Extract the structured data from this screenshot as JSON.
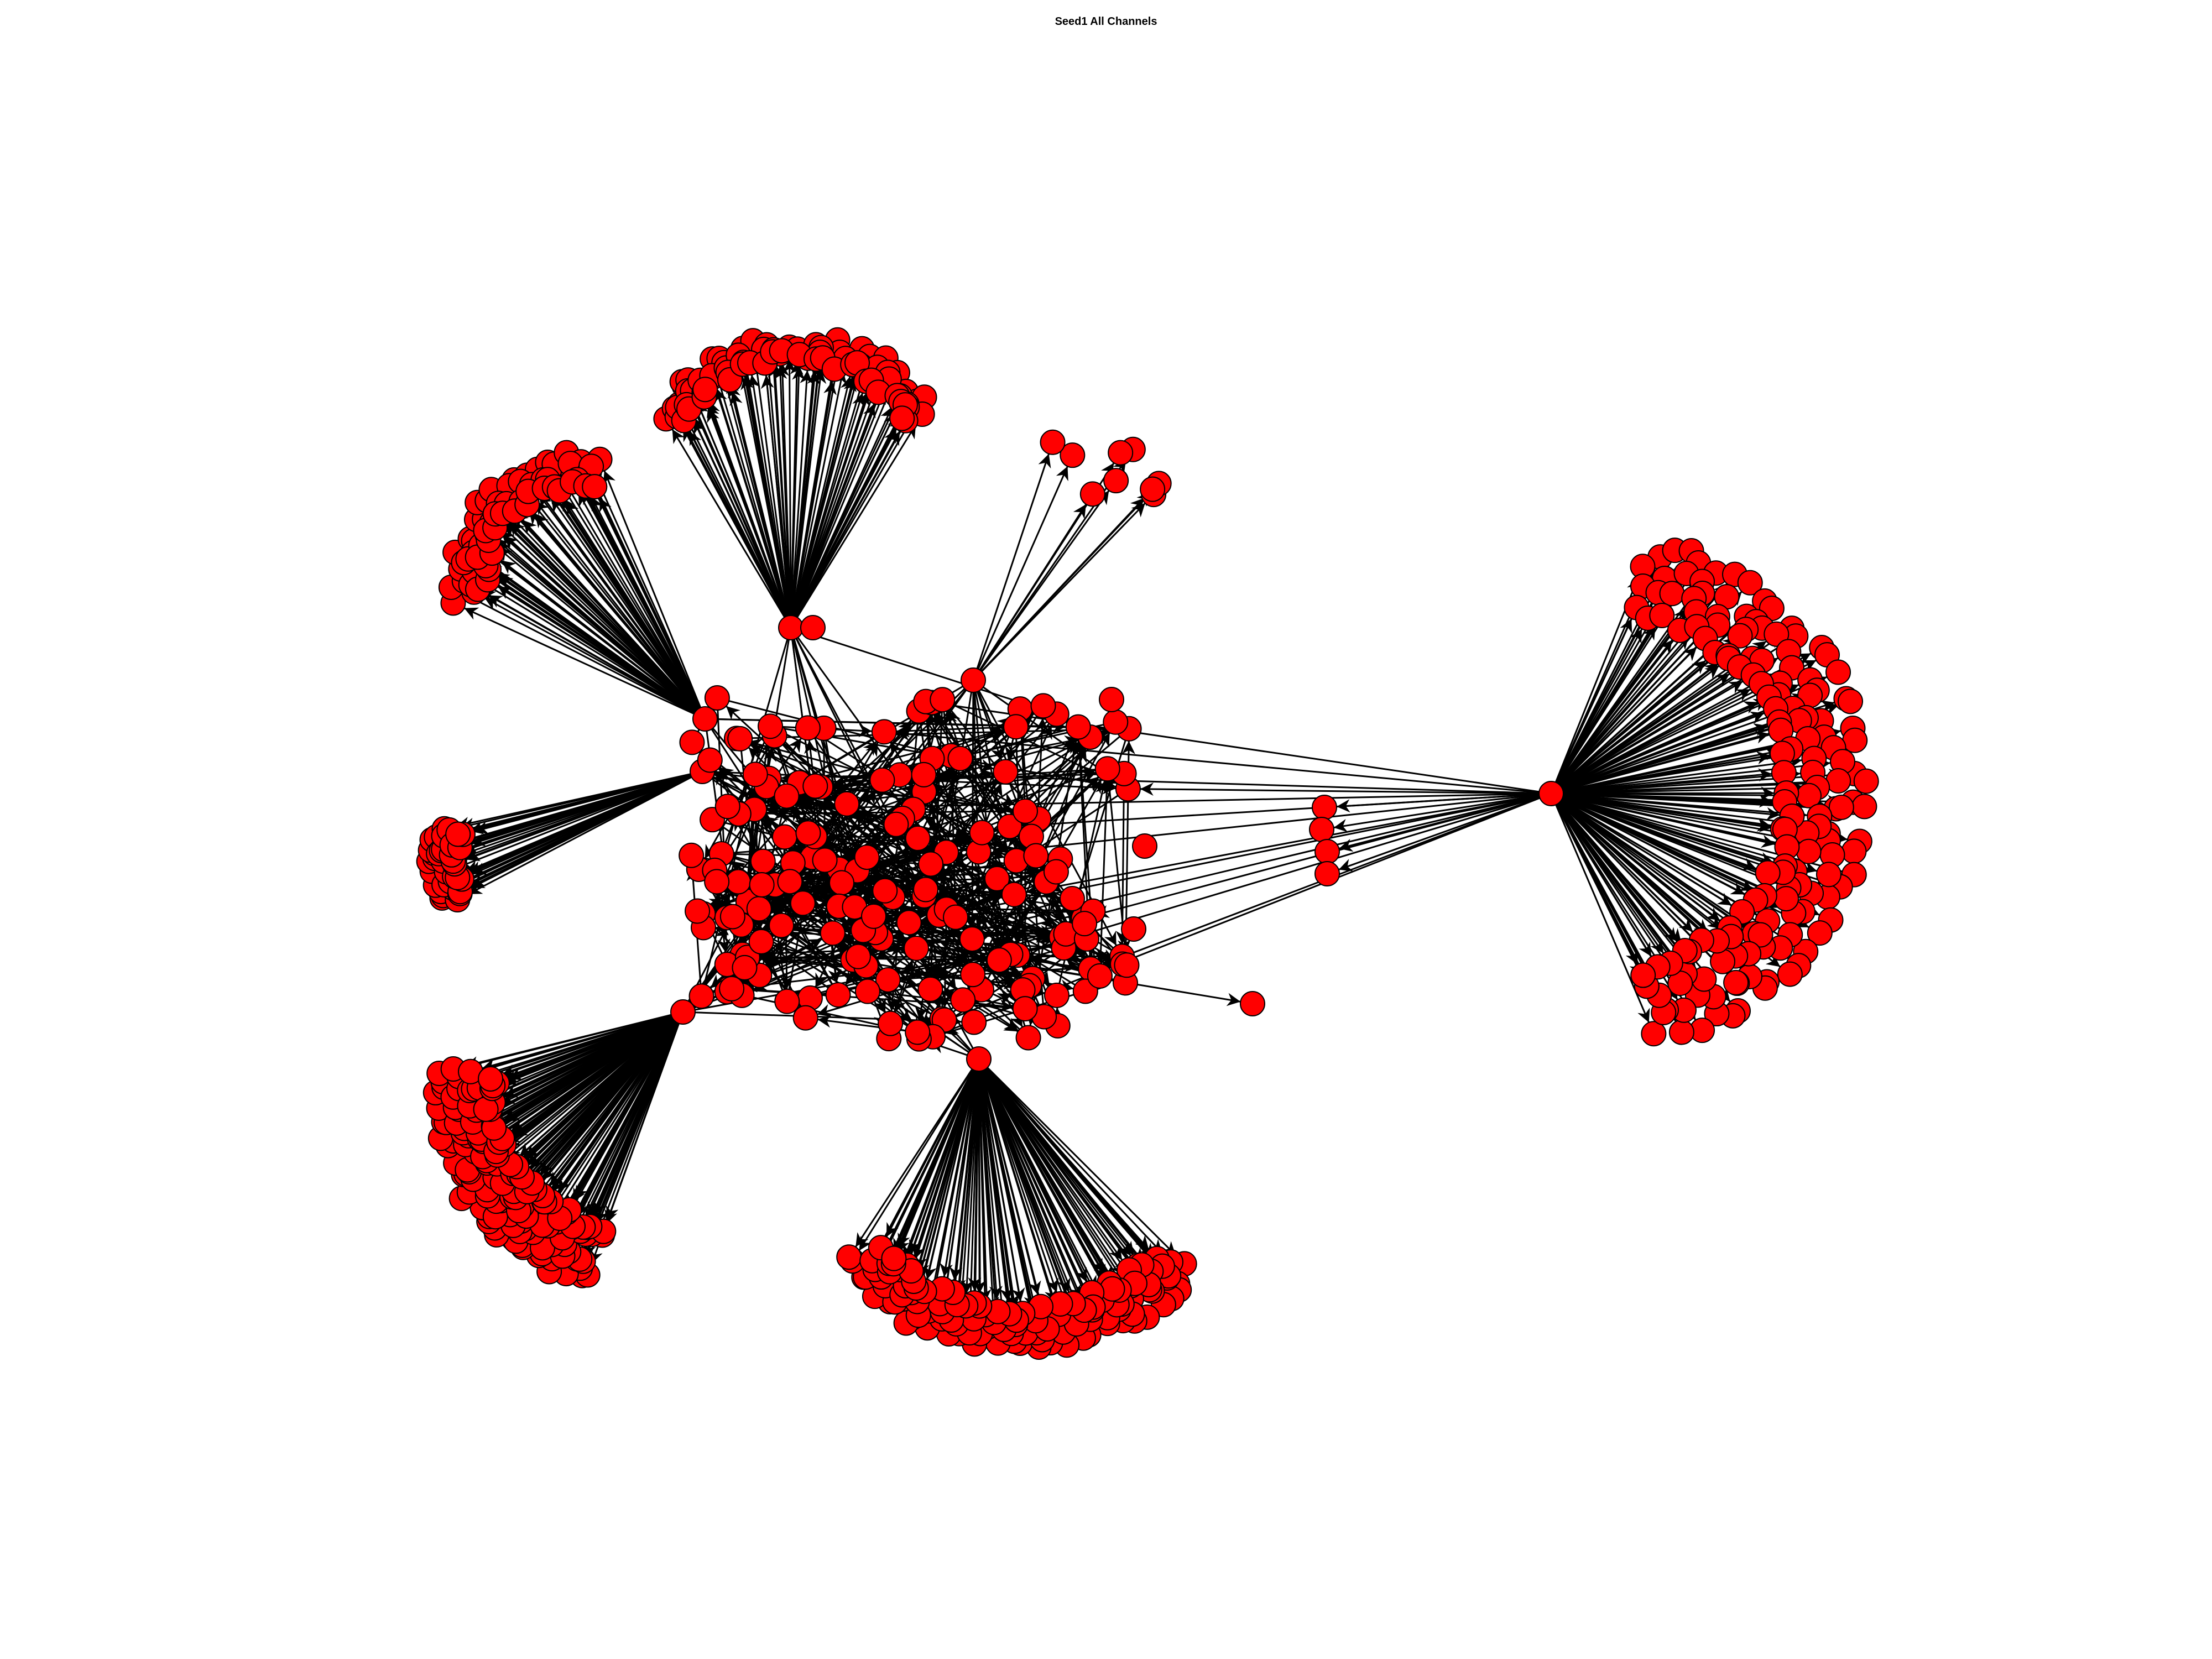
{
  "title": "Seed1 All Channels",
  "colors": {
    "node_fill": "#ff0000",
    "node_stroke": "#000000",
    "edge": "#000000",
    "background": "#ffffff"
  },
  "graph": {
    "type": "directed-network",
    "node_shape": "circle",
    "edges_directed": true
  }
}
